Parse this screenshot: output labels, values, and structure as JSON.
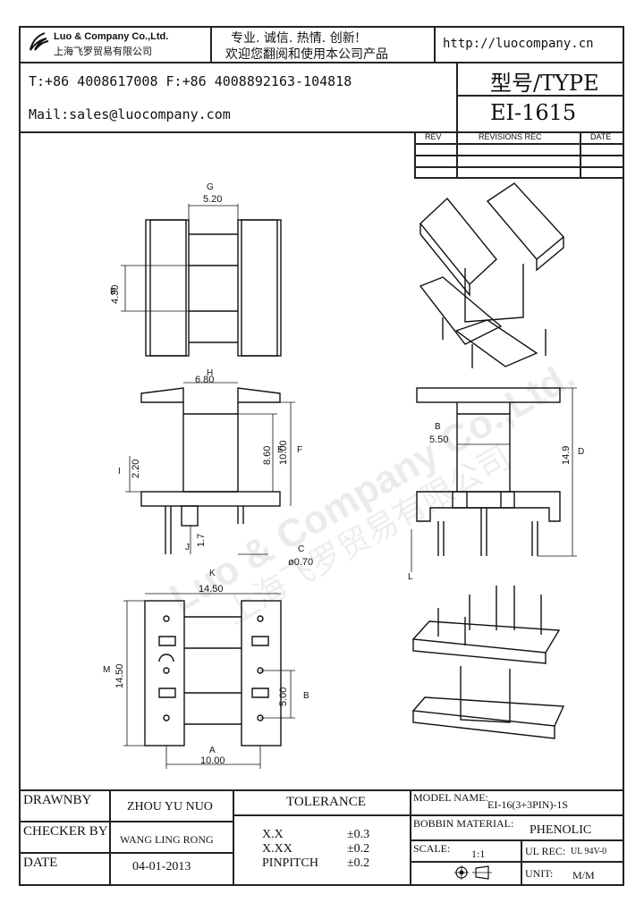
{
  "header": {
    "company_en": "Luo & Company Co.,Ltd.",
    "company_cn": "上海飞罗贸易有限公司",
    "slogan_line1": "专业. 诚信.  热情.  创新!",
    "slogan_line2": "欢迎您翻阅和使用本公司产品",
    "website": "http://luocompany.cn",
    "phone_fax": "T:+86 4008617008 F:+86 4008892163-104818",
    "mail": "Mail:sales@luocompany.com",
    "type_label": "型号/TYPE",
    "type_value": "EI-1615"
  },
  "revisions": {
    "col_rev": "REV",
    "col_rec": "REVISIONS REC",
    "col_date": "DATE"
  },
  "drawing": {
    "top_width": "5.20",
    "top_height": "4.30",
    "marker_g": "G",
    "marker_e": "E",
    "front_width": "6.80",
    "marker_h": "H",
    "front_inner": "8.60",
    "front_outer": "10.00",
    "marker_e2": "E",
    "marker_f": "F",
    "front_left": "2.20",
    "marker_i": "I",
    "pin_len": "1.7",
    "marker_j": "J",
    "pin_dia": "ø0.70",
    "marker_c": "C",
    "side_width": "5.50",
    "marker_b": "B",
    "side_height": "14.9",
    "marker_d": "D",
    "marker_l": "L",
    "bottom_width": "14.50",
    "marker_k": "K",
    "bottom_height": "14.50",
    "marker_m": "M",
    "pin_pitch": "5.00",
    "marker_b2": "B",
    "bottom_base": "10.00",
    "marker_a": "A",
    "watermark_en": "Luo & Company Co.,Ltd.",
    "watermark_cn": "上海飞罗贸易有限公司"
  },
  "footer": {
    "drawnby_label": "DRAWNBY",
    "drawnby_value": "ZHOU YU NUO",
    "checker_label": "CHECKER BY",
    "checker_value": "WANG LING RONG",
    "date_label": "DATE",
    "date_value": "04-01-2013",
    "tolerance_label": "TOLERANCE",
    "tol_rows": [
      {
        "name": "X.X",
        "value": "±0.3"
      },
      {
        "name": "X.XX",
        "value": "±0.2"
      },
      {
        "name": "PINPITCH",
        "value": "±0.2"
      }
    ],
    "model_label": "MODEL NAME:",
    "model_value": "EI-16(3+3PIN)-1S",
    "bobbin_label": "BOBBIN MATERIAL:",
    "bobbin_value": "PHENOLIC",
    "scale_label": "SCALE:",
    "scale_value": "1:1",
    "ul_label": "UL REC:",
    "ul_value": "UL 94V-0",
    "unit_label": "UNIT:",
    "unit_value": "M/M"
  }
}
